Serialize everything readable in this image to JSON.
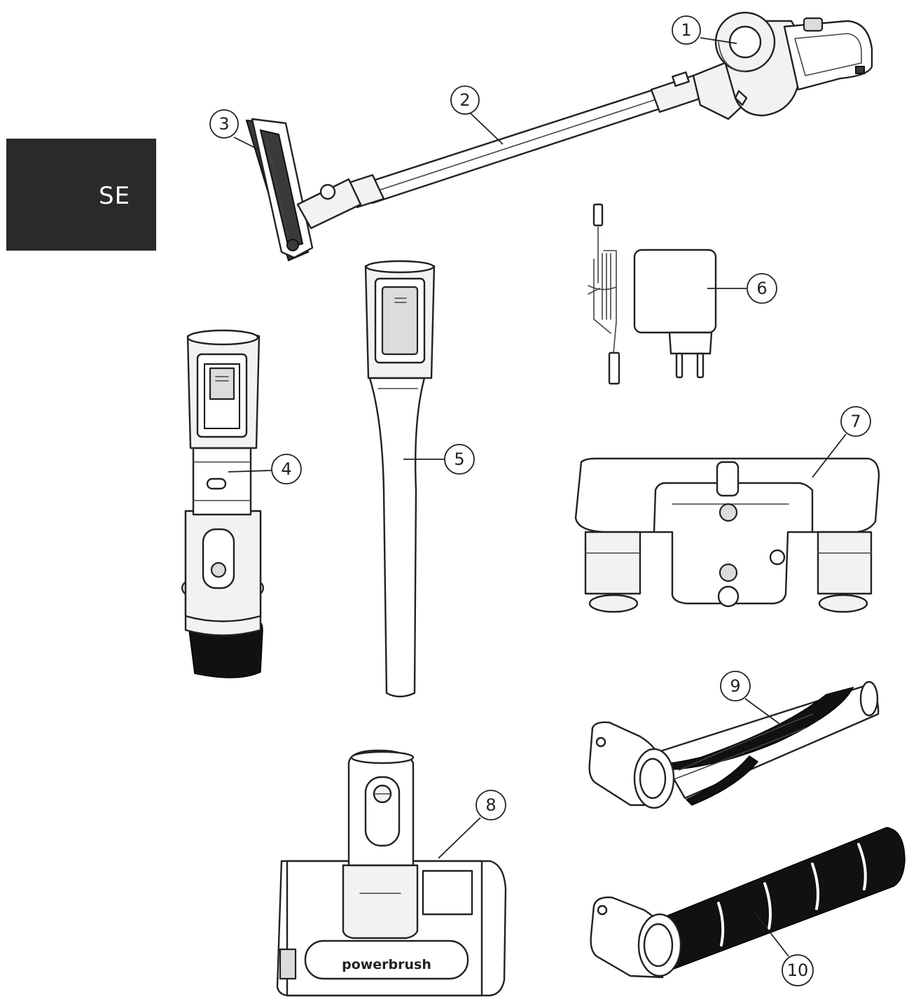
{
  "badge": {
    "label": "SE",
    "background": "#2a2a2a",
    "text_color": "#ffffff"
  },
  "brand_label": "powerbrush",
  "callouts": [
    {
      "id": "1",
      "label": "1"
    },
    {
      "id": "2",
      "label": "2"
    },
    {
      "id": "3",
      "label": "3"
    },
    {
      "id": "4",
      "label": "4"
    },
    {
      "id": "5",
      "label": "5"
    },
    {
      "id": "6",
      "label": "6"
    },
    {
      "id": "7",
      "label": "7"
    },
    {
      "id": "8",
      "label": "8"
    },
    {
      "id": "9",
      "label": "9"
    },
    {
      "id": "10",
      "label": "10"
    }
  ]
}
